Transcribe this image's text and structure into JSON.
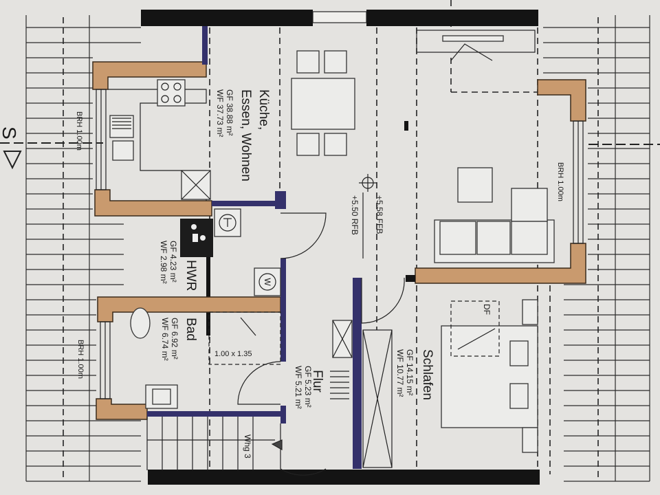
{
  "rooms": {
    "kitchen": {
      "name_line1": "Küche,",
      "name_line2": "Essen, Wohnen",
      "gf": "GF 38.88 m²",
      "wf": "WF 37.73 m²"
    },
    "hwr": {
      "name": "HWR",
      "gf": "GF 4.23 m²",
      "wf": "WF 2.98 m²"
    },
    "bad": {
      "name": "Bad",
      "gf": "GF 6.92 m²",
      "wf": "WF 6.74 m²"
    },
    "flur": {
      "name": "Flur",
      "gf": "GF 5.23 m²",
      "wf": "WF 5.21 m²"
    },
    "schlafen": {
      "name": "Schlafen",
      "gf": "GF 14.15 m²",
      "wf": "WF 10.77 m²"
    }
  },
  "levels": {
    "ffb": "+5.58 FFB",
    "rfb": "+5.50 RFB"
  },
  "annotations": {
    "brh_kitchen": "BRH 1.00m",
    "brh_living": "BRH 1.00m",
    "brh_bad": "BRH 1.00m",
    "shower": "1.00 x 1.35",
    "df": "DF",
    "whg": "Whg 3",
    "section_left": "S",
    "washer": "W"
  },
  "colors": {
    "wall_black": "#141414",
    "wall_blue": "#34316b",
    "wall_wood": "#c99a6e",
    "paper": "#e4e3e0"
  }
}
